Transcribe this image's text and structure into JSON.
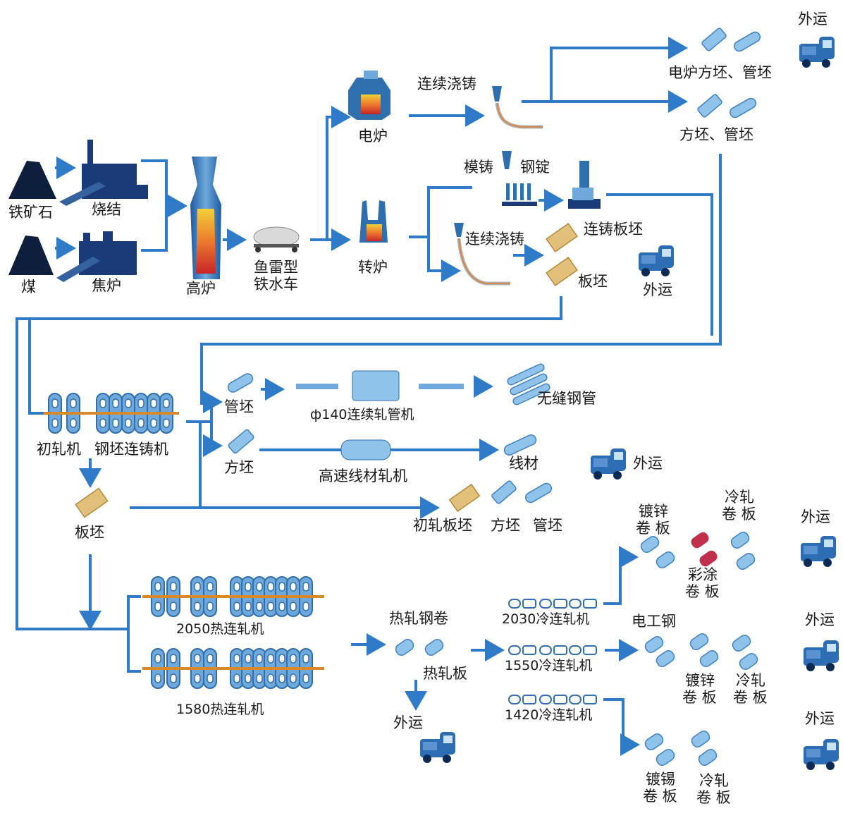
{
  "labels": {
    "iron_ore": "铁矿石",
    "sinter": "烧结",
    "coal": "煤",
    "coke_oven": "焦炉",
    "blast_furnace": "高炉",
    "torpedo_car_1": "鱼雷型",
    "torpedo_car_2": "铁水车",
    "electric_furnace": "电炉",
    "converter": "转炉",
    "continuous_casting_top": "连续浇铸",
    "ef_billets": "电炉方坯、管坯",
    "billets_top": "方坯、管坯",
    "ingot_casting": "模铸",
    "ingot": "钢锭",
    "cc_slab": "连铸板坯",
    "continuous_casting_mid": "连续浇铸",
    "slab_mid": "板坯",
    "ship_out_mid": "外运",
    "ship_out_top": "外运",
    "blooming_mill": "初轧机",
    "billet_caster": "钢坯连铸机",
    "tube_billet": "管坯",
    "square_billet": "方坯",
    "tube_mill": "ф140连续轧管机",
    "seamless_pipe": "无缝钢管",
    "wire_mill": "高速线材轧机",
    "wire_rod": "线材",
    "ship_out_wire": "外运",
    "slab_left": "板坯",
    "bloom_slab": "初轧板坯",
    "square_billet_2": "方坯",
    "tube_billet_2": "管坯",
    "hsm_2050": "2050热连轧机",
    "hsm_1580": "1580热连轧机",
    "hot_coil": "热轧钢卷",
    "hot_plate": "热轧板",
    "ship_out_hot": "外运",
    "cm_2030": "2030冷连轧机",
    "cm_1550": "1550冷连轧机",
    "cm_1420": "1420冷连轧机",
    "galv_coil_1": "镀锌",
    "galv_coil_2": "卷 板",
    "cold_coil_1": "冷轧",
    "cold_coil_2": "卷 板",
    "color_coil_1": "彩涂",
    "color_coil_2": "卷 板",
    "ship_out_r1": "外运",
    "electrical_steel": "电工钢",
    "galv_2_1": "镀锌",
    "galv_2_2": "卷 板",
    "cold_2_1": "冷轧",
    "cold_2_2": "卷 板",
    "ship_out_r2": "外运",
    "tin_1": "镀锡",
    "tin_2": "卷 板",
    "cold_3_1": "冷轧",
    "cold_3_2": "卷 板",
    "ship_out_r3": "外运"
  },
  "colors": {
    "flow_line": "#2f7bc8",
    "billet": "#8fc3ea",
    "slab": "#e2c07b",
    "molten": "#e8552a",
    "truck": "#2d6db3",
    "color_coated": "#c0304a"
  }
}
